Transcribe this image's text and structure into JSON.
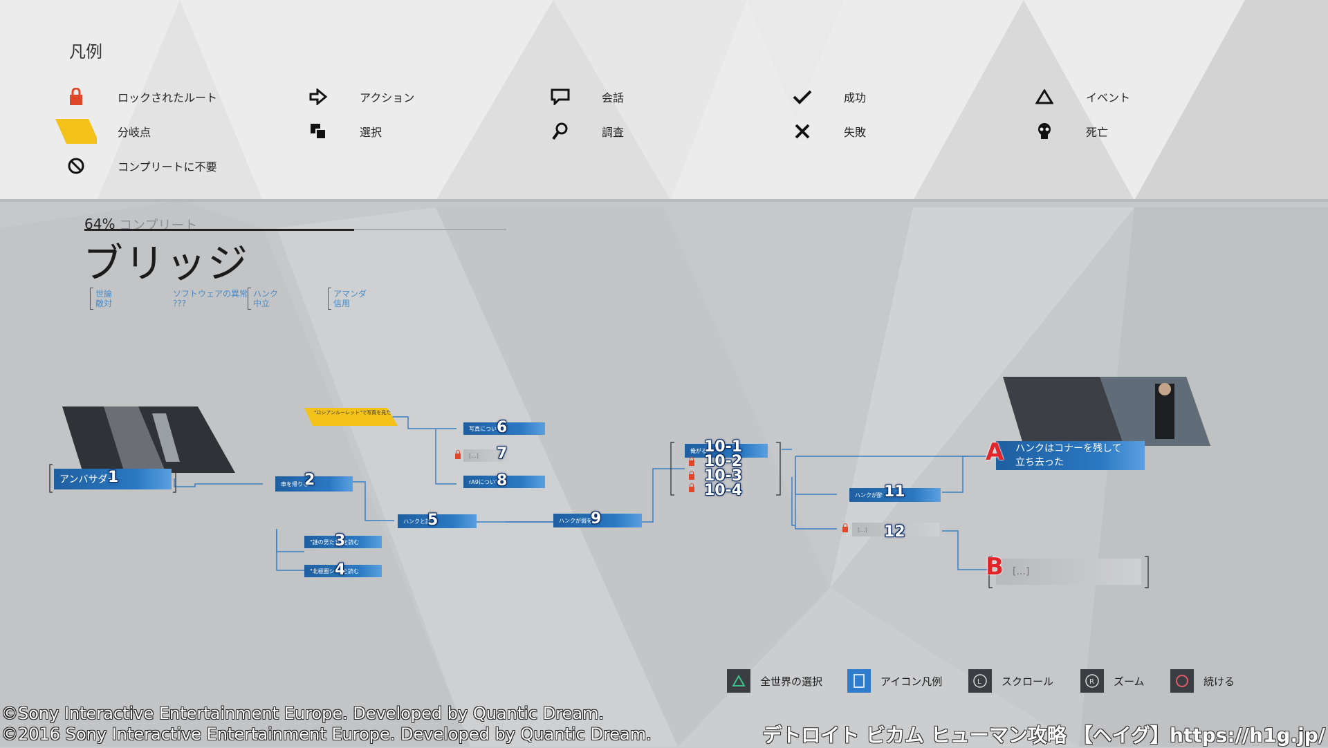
{
  "legend": {
    "title": "凡例",
    "items": [
      {
        "icon": "lock-icon",
        "label": "ロックされたルート"
      },
      {
        "icon": "branch-point-icon",
        "label": "分岐点"
      },
      {
        "icon": "not-required-icon",
        "label": "コンプリートに不要"
      },
      {
        "icon": "action-arrow-icon",
        "label": "アクション"
      },
      {
        "icon": "choice-icon",
        "label": "選択"
      },
      {
        "icon": "dialogue-icon",
        "label": "会話"
      },
      {
        "icon": "investigate-icon",
        "label": "調査"
      },
      {
        "icon": "check-icon",
        "label": "成功"
      },
      {
        "icon": "cross-icon",
        "label": "失敗"
      },
      {
        "icon": "triangle-icon",
        "label": "イベント"
      },
      {
        "icon": "skull-icon",
        "label": "死亡"
      }
    ]
  },
  "chapter": {
    "percent": "64%",
    "percent_value": 0.64,
    "complete_word": "コンプリート",
    "title": "ブリッジ",
    "relations": [
      {
        "a": "世論",
        "b": "敵対"
      },
      {
        "a": "ソフトウェアの異常",
        "b": "???"
      },
      {
        "a": "ハンク",
        "b": "中立"
      },
      {
        "a": "アマンダ",
        "b": "信用"
      }
    ]
  },
  "flow": {
    "nodes": {
      "n1": {
        "text": "アンバサダー",
        "num": "1"
      },
      "n2": {
        "text": "車を帰りる",
        "num": "2"
      },
      "n3": {
        "text": "\"謎の男たち\"を読む",
        "num": "3"
      },
      "n4": {
        "text": "\"北極圏シ...\"を読む",
        "num": "4"
      },
      "n5": {
        "text": "ハンクと話",
        "num": "5"
      },
      "n6": {
        "text": "写真について",
        "num": "6"
      },
      "n7": {
        "text": "[...]",
        "num": "7"
      },
      "n8": {
        "text": "rA9について",
        "num": "8"
      },
      "n9": {
        "text": "ハンクが弱を",
        "num": "9"
      },
      "n10": {
        "text": "俺がる",
        "nums": [
          "10-1",
          "10-2",
          "10-3",
          "10-4"
        ]
      },
      "n11": {
        "text": "ハンクが酔",
        "num": "11"
      },
      "n12": {
        "text": "[...]",
        "num": "12"
      },
      "branch": {
        "text": "\"ロシアンルーレット\"で写真を見た"
      },
      "endA": {
        "mark": "A",
        "text1": "ハンクはコナーを残して",
        "text2": "立ち去った"
      },
      "endB": {
        "mark": "B",
        "text": "[...]"
      }
    }
  },
  "footer": {
    "buttons": [
      {
        "icon": "triangle-button-icon",
        "label": "全世界の選択"
      },
      {
        "icon": "touchpad-button-icon",
        "label": "アイコン凡例"
      },
      {
        "icon": "left-stick-icon",
        "label": "スクロール"
      },
      {
        "icon": "right-stick-icon",
        "label": "ズーム"
      },
      {
        "icon": "circle-button-icon",
        "label": "続ける"
      }
    ]
  },
  "overlay": {
    "copyright1": "©Sony Interactive Entertainment Europe. Developed by Quantic Dream.",
    "copyright2": "©2016 Sony Interactive Entertainment Europe. Developed by Quantic Dream.",
    "site": "デトロイト ビカム ヒューマン攻略 【ヘイグ】https://h1g.jp/"
  },
  "colors": {
    "accent": "#2b78c2",
    "branch": "#f2c21a",
    "lock": "#e0462a",
    "mark": "#e0262a"
  }
}
